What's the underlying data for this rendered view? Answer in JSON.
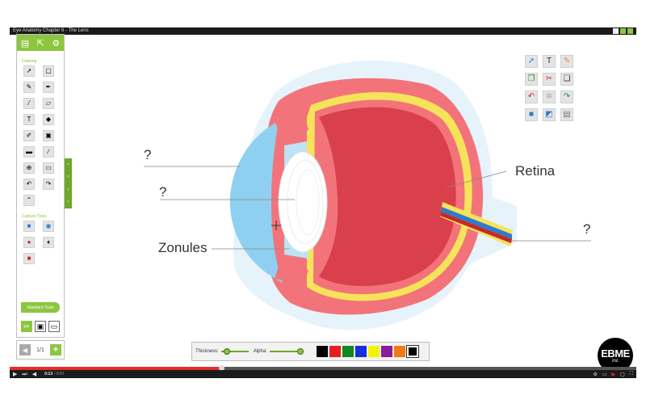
{
  "video": {
    "title": "Eye Anatomy Chapter 6 - The Lens",
    "current_time": "0:13",
    "duration": "/ 0:57",
    "progress": 0.338,
    "controls": [
      "play-icon",
      "next-icon",
      "volume-icon"
    ],
    "right_controls": [
      "settings-icon",
      "captions-icon",
      "youtube-icon",
      "window-icon",
      "fullscreen-icon"
    ]
  },
  "left_toolbar": {
    "header_icons": [
      "new-page-icon",
      "export-icon",
      "settings-icon"
    ],
    "drawing_section": "Drawing",
    "drawing_tools": [
      {
        "name": "select-tool",
        "glyph": "➚"
      },
      {
        "name": "marquee-tool",
        "glyph": "▢"
      },
      {
        "name": "highlighter-tool",
        "glyph": "✎"
      },
      {
        "name": "pen-tool",
        "glyph": "✒"
      },
      {
        "name": "line-tool",
        "glyph": "⁄"
      },
      {
        "name": "eraser-tool",
        "glyph": "▱"
      },
      {
        "name": "text-tool",
        "glyph": "T"
      },
      {
        "name": "shapes-tool",
        "glyph": "◆"
      },
      {
        "name": "marker-tool",
        "glyph": "✐"
      },
      {
        "name": "image-tool",
        "glyph": "▣"
      },
      {
        "name": "screen-tool",
        "glyph": "▬"
      },
      {
        "name": "laser-tool",
        "glyph": "∕"
      },
      {
        "name": "zoom-tool",
        "glyph": "⊕"
      },
      {
        "name": "keyboard-tool",
        "glyph": "▭"
      },
      {
        "name": "undo-tool",
        "glyph": "↶"
      },
      {
        "name": "redo-tool",
        "glyph": "↷"
      },
      {
        "name": "collapse-tool",
        "glyph": "⌃"
      }
    ],
    "capture_section": "Capture Tools",
    "capture_tools": [
      {
        "name": "video-capture-tool",
        "glyph": "■"
      },
      {
        "name": "screenshot-tool",
        "glyph": "◉"
      },
      {
        "name": "record-tool",
        "glyph": "●"
      },
      {
        "name": "microphone-tool",
        "glyph": "♦"
      },
      {
        "name": "delete-capture-tool",
        "glyph": "■"
      }
    ],
    "standard_tools_label": "Standard Tools",
    "modes": [
      "tools-mode-icon",
      "presentation-mode-icon",
      "whiteboard-mode-icon"
    ]
  },
  "side_tab": [
    "›",
    "›",
    "‹",
    "‹"
  ],
  "page_nav": {
    "prev": "◀",
    "page": "1/1",
    "add": "+"
  },
  "right_toolbar": [
    {
      "name": "select-tool",
      "glyph": "➚",
      "color": "#2e7bcf"
    },
    {
      "name": "text-tool",
      "glyph": "T",
      "color": "#333333"
    },
    {
      "name": "pencil-tool",
      "glyph": "✎",
      "color": "#e8892b"
    },
    {
      "name": "copy-tool",
      "glyph": "❐",
      "color": "#2e8b3a"
    },
    {
      "name": "cut-tool",
      "glyph": "✂",
      "color": "#d12c2c"
    },
    {
      "name": "paste-tool",
      "glyph": "❏",
      "color": "#333333"
    },
    {
      "name": "undo-tool",
      "glyph": "↶",
      "color": "#c42a2a"
    },
    {
      "name": "settings-tool",
      "glyph": "✲",
      "color": "#aaaaaa"
    },
    {
      "name": "redo-tool",
      "glyph": "↷",
      "color": "#2e8b3a"
    },
    {
      "name": "bring-front-tool",
      "glyph": "■",
      "color": "#2e7bcf"
    },
    {
      "name": "send-back-tool",
      "glyph": "◩",
      "color": "#2e7bcf"
    },
    {
      "name": "trash-tool",
      "glyph": "▤",
      "color": "#777777"
    }
  ],
  "diagram": {
    "labels": {
      "q1": "?",
      "q2": "?",
      "zonules": "Zonules",
      "retina": "Retina",
      "q3": "?"
    },
    "colors": {
      "sclera": "#f3737a",
      "vitreous": "#d9404b",
      "cornea": "#8fd0f0",
      "retina_band": "#f6e35a",
      "lens": "#ffffff",
      "halo": "#e0f1fa"
    }
  },
  "draw_bar": {
    "thickness_label": "Thickness:",
    "alpha_label": "Alpha:",
    "thickness_value": 0.1,
    "alpha_value": 1.0,
    "colors": [
      "#000000",
      "#e81e1e",
      "#0e8a20",
      "#1530e0",
      "#f5f200",
      "#8a1c9a",
      "#f07a15",
      "#000000"
    ],
    "selected_index": 7
  },
  "logo": {
    "main": "EBME",
    "sub": "inc"
  }
}
